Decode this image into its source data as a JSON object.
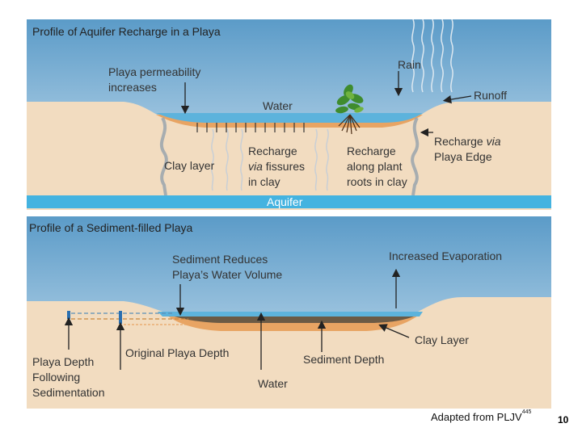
{
  "panel1": {
    "title": "Profile of Aquifer Recharge in a Playa",
    "labels": {
      "permeability": "Playa permeability\nincreases",
      "rain": "Rain",
      "runoff": "Runoff",
      "water": "Water",
      "clay_layer": "Clay layer",
      "recharge_fissures_1": "Recharge",
      "recharge_fissures_via": "via",
      "recharge_fissures_2": " fissures",
      "recharge_fissures_3": "in clay",
      "recharge_roots": "Recharge\nalong plant\nroots in clay",
      "recharge_edge_1": "Recharge ",
      "recharge_edge_via": "via",
      "recharge_edge_2": "Playa Edge",
      "aquifer": "Aquifer"
    }
  },
  "panel2": {
    "title": "Profile of a Sediment-filled Playa",
    "labels": {
      "sediment_reduces": "Sediment Reduces\nPlaya’s Water Volume",
      "increased_evaporation": "Increased Evaporation",
      "clay_layer": "Clay Layer",
      "sediment_depth": "Sediment Depth",
      "water": "Water",
      "original_depth": "Original Playa Depth",
      "depth_following": "Playa Depth\nFollowing\nSedimentation"
    }
  },
  "credit": {
    "text": "Adapted from PLJV",
    "superscript": "445"
  },
  "page_number": "10",
  "colors": {
    "sky_top": "#5b9bc8",
    "sky_bottom": "#cfe3f0",
    "soil": "#f2dcc0",
    "water": "#5db3dc",
    "clay": "#e8a463",
    "sediment": "#6b5a45",
    "aquifer": "#44b3e0"
  }
}
